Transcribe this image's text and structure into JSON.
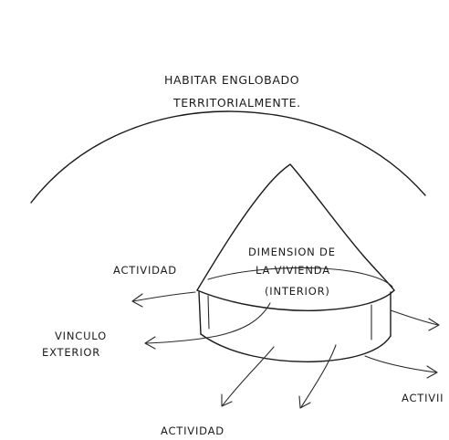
{
  "title": {
    "line1": "HABITAR ENGLOBADO",
    "line2": "TERRITORIALMENTE."
  },
  "dwelling": {
    "line1": "DIMENSION DE",
    "line2": "LA VIVIENDA",
    "line3": "(INTERIOR)"
  },
  "labels": {
    "activity_left": "ACTIVIDAD",
    "exterior_line1": "VINCULO",
    "exterior_line2": "EXTERIOR",
    "activity_right": "ACTIVII",
    "activity_bottom": "ACTIVIDAD"
  }
}
